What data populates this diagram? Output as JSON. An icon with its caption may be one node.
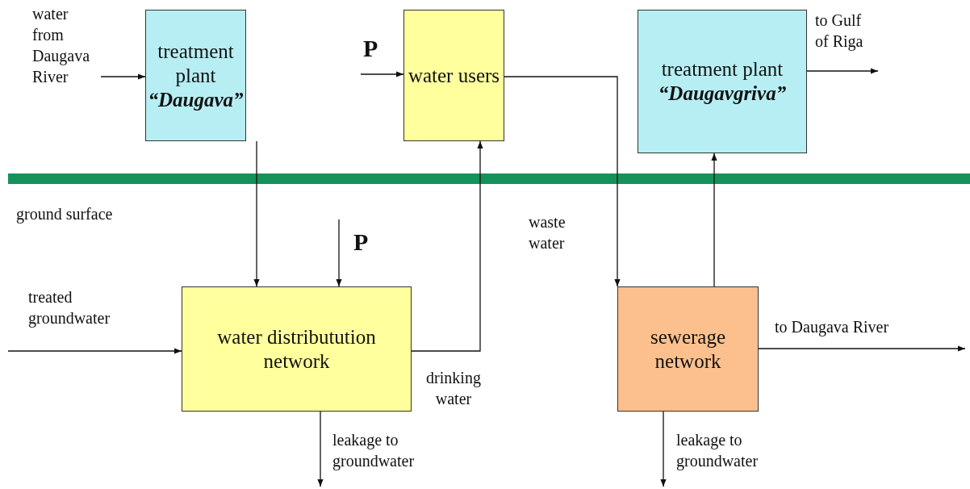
{
  "diagram": {
    "nodes": [
      {
        "text": [
          "treatment plant",
          "“Daugava”"
        ]
      },
      {
        "text": [
          "water users"
        ]
      },
      {
        "text": [
          "treatment plant",
          "“Daugavgriva”"
        ]
      },
      {
        "text": [
          "water distributution network"
        ]
      },
      {
        "text": [
          "sewerage network"
        ]
      }
    ],
    "edges": [
      {
        "from": null,
        "to": 0,
        "arrow": "to",
        "label": "water from Daugava River"
      },
      {
        "from": null,
        "to": 1,
        "arrow": "to",
        "label": "P"
      },
      {
        "from": 2,
        "to": null,
        "arrow": "to",
        "label": "to Gulf of Riga"
      },
      {
        "from": 0,
        "to": 3,
        "arrow": "to"
      },
      {
        "from": null,
        "to": 3,
        "arrow": "to",
        "label": "P"
      },
      {
        "from": null,
        "to": 3,
        "arrow": "to",
        "label": "treated groundwater"
      },
      {
        "from": 3,
        "to": 1,
        "arrow": "to",
        "label": "drinking water"
      },
      {
        "from": 1,
        "to": 4,
        "arrow": "to",
        "label": "waste water"
      },
      {
        "from": 4,
        "to": 2,
        "arrow": "to"
      },
      {
        "from": 4,
        "to": null,
        "arrow": "to",
        "label": "to Daugava River"
      },
      {
        "from": 3,
        "to": null,
        "arrow": "to",
        "label": "leakage to groundwater"
      },
      {
        "from": 4,
        "to": null,
        "arrow": "to",
        "label": "leakage to groundwater"
      }
    ],
    "labels": [
      "ground surface"
    ]
  }
}
